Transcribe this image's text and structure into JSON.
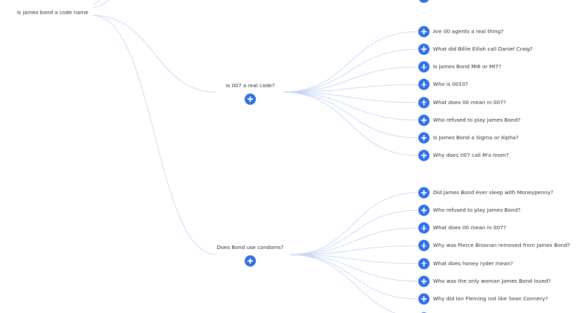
{
  "root": {
    "label": "is james bond a code name"
  },
  "branches": [
    {
      "question": "Is 007 a real code?",
      "children": [
        "Are 00 agents a real thing?",
        "What did Billie Eilish call Daniel Craig?",
        "Is James Bond MI6 or MI7?",
        "Who is 0010?",
        "What does 00 mean in 007?",
        "Who refused to play James Bond?",
        "Is James Bond a Sigma or Alpha?",
        "Why does 007 call M's mom?"
      ]
    },
    {
      "question": "Does Bond use condoms?",
      "children": [
        "Did James Bond ever sleep with Moneypenny?",
        "Who refused to play James Bond?",
        "What does 00 mean in 007?",
        "Why was Pierce Brosnan removed from James Bond?",
        "What does honey ryder mean?",
        "Who was the only woman James Bond loved?",
        "Why did Ian Fleming not like Sean Connery?"
      ]
    }
  ],
  "colors": {
    "accent": "#2f6fe8",
    "edge": "#c9d7f6",
    "text": "#2a2f3d"
  },
  "icons": {
    "expand": "plus-circle-icon"
  }
}
